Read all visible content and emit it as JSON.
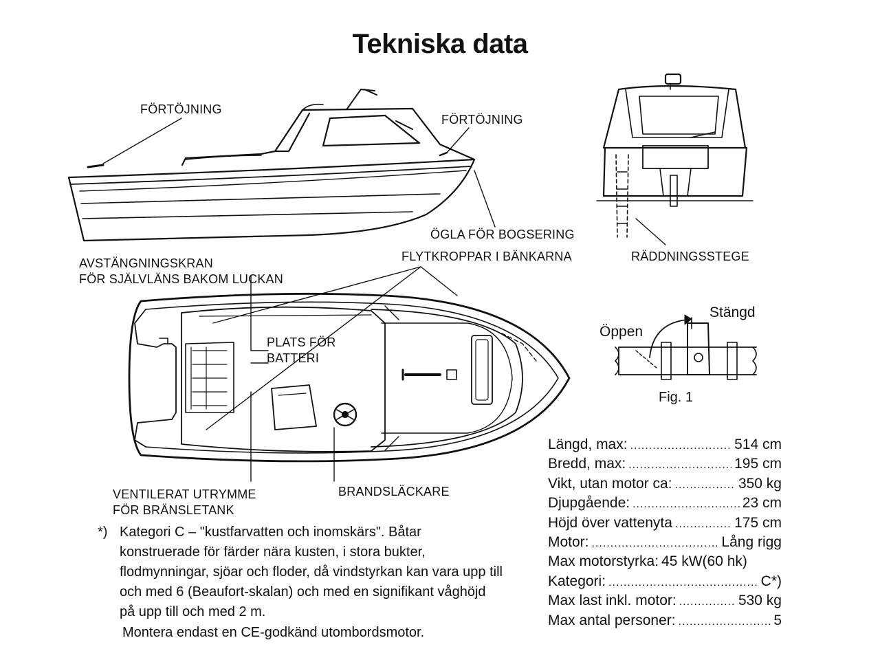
{
  "title": "Tekniska data",
  "labels": {
    "fortojning_left": "FÖRTÖJNING",
    "fortojning_right": "FÖRTÖJNING",
    "ogla": "ÖGLA FÖR BOGSERING",
    "flytkroppar": "FLYTKROPPAR I BÄNKARNA",
    "raddningsstege": "RÄDDNINGSSTEGE",
    "avstangningskran_1": "AVSTÄNGNINGSKRAN",
    "avstangningskran_2": "FÖR SJÄLVLÄNS BAKOM LUCKAN",
    "plats_1": "PLATS FÖR",
    "plats_2": "BATTERI",
    "ventilerat_1": "VENTILERAT UTRYMME",
    "ventilerat_2": "FÖR BRÄNSLETANK",
    "brandslackare": "BRANDSLÄCKARE"
  },
  "fig1": {
    "stangd": "Stängd",
    "oppen": "Öppen",
    "caption": "Fig. 1"
  },
  "specs": [
    {
      "name": "Längd, max:",
      "value": "514 cm"
    },
    {
      "name": "Bredd, max:",
      "value": "195 cm"
    },
    {
      "name": "Vikt, utan motor ca:",
      "value": "350 kg"
    },
    {
      "name": "Djupgående:",
      "value": "23 cm"
    },
    {
      "name": "Höjd över vattenyta",
      "value": "175 cm"
    },
    {
      "name": "Motor:",
      "value": "Lång rigg"
    },
    {
      "name": "Max motorstyrka:",
      "value": "45 kW(60 hk)"
    },
    {
      "name": "Kategori:",
      "value": "C*)"
    },
    {
      "name": "Max last inkl. motor:",
      "value": "530 kg"
    },
    {
      "name": "Max antal personer:",
      "value": "5"
    }
  ],
  "note": {
    "marker": "*)",
    "text": "Kategori C – \"kustfarvatten och inomskärs\". Båtar konstruerade för färder nära kusten, i stora bukter, flodmynningar, sjöar och floder, då vindstyrkan kan vara upp till och med 6 (Beaufort-skalan) och med en signifikant våghöjd på upp till och med 2 m.",
    "mount": "Montera endast en CE-godkänd utombordsmotor."
  }
}
